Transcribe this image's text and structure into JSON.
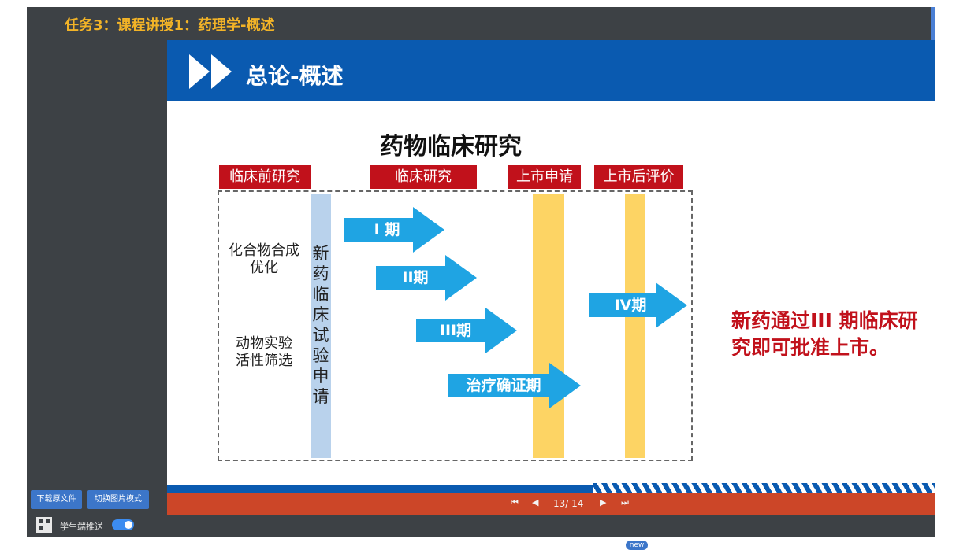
{
  "app": {
    "title": "任务3：课程讲授1：药理学-概述"
  },
  "slide": {
    "header_title": "总论-概述",
    "main_title": "药物临床研究",
    "phases": [
      "临床前研究",
      "临床研究",
      "上市申请",
      "上市后评价"
    ],
    "vertical_text": "新药临床试验申请",
    "left_texts": [
      "化合物合成\n优化",
      "动物实验\n活性筛选"
    ],
    "arrows": [
      "I 期",
      "II期",
      "III期",
      "治疗确证期",
      "IV期"
    ],
    "red_note": "新药通过III 期临床研究即可批准上市。"
  },
  "pager": {
    "page_text": "13/ 14",
    "first_glyph": "⏮",
    "prev_glyph": "◀",
    "next_glyph": "▶",
    "last_glyph": "⏭"
  },
  "controls": {
    "download_label": "下载原文件",
    "switch_label": "切换图片模式",
    "push_label": "学生端推送",
    "push_enabled": true,
    "new_badge": "new"
  },
  "colors": {
    "frame_bg": "#3d4145",
    "title": "#f2b327",
    "slide_header": "#0a5ab0",
    "phase_label": "#c1111b",
    "arrow": "#1fa4e3",
    "pager": "#cc4628",
    "button": "#3c76c9"
  }
}
